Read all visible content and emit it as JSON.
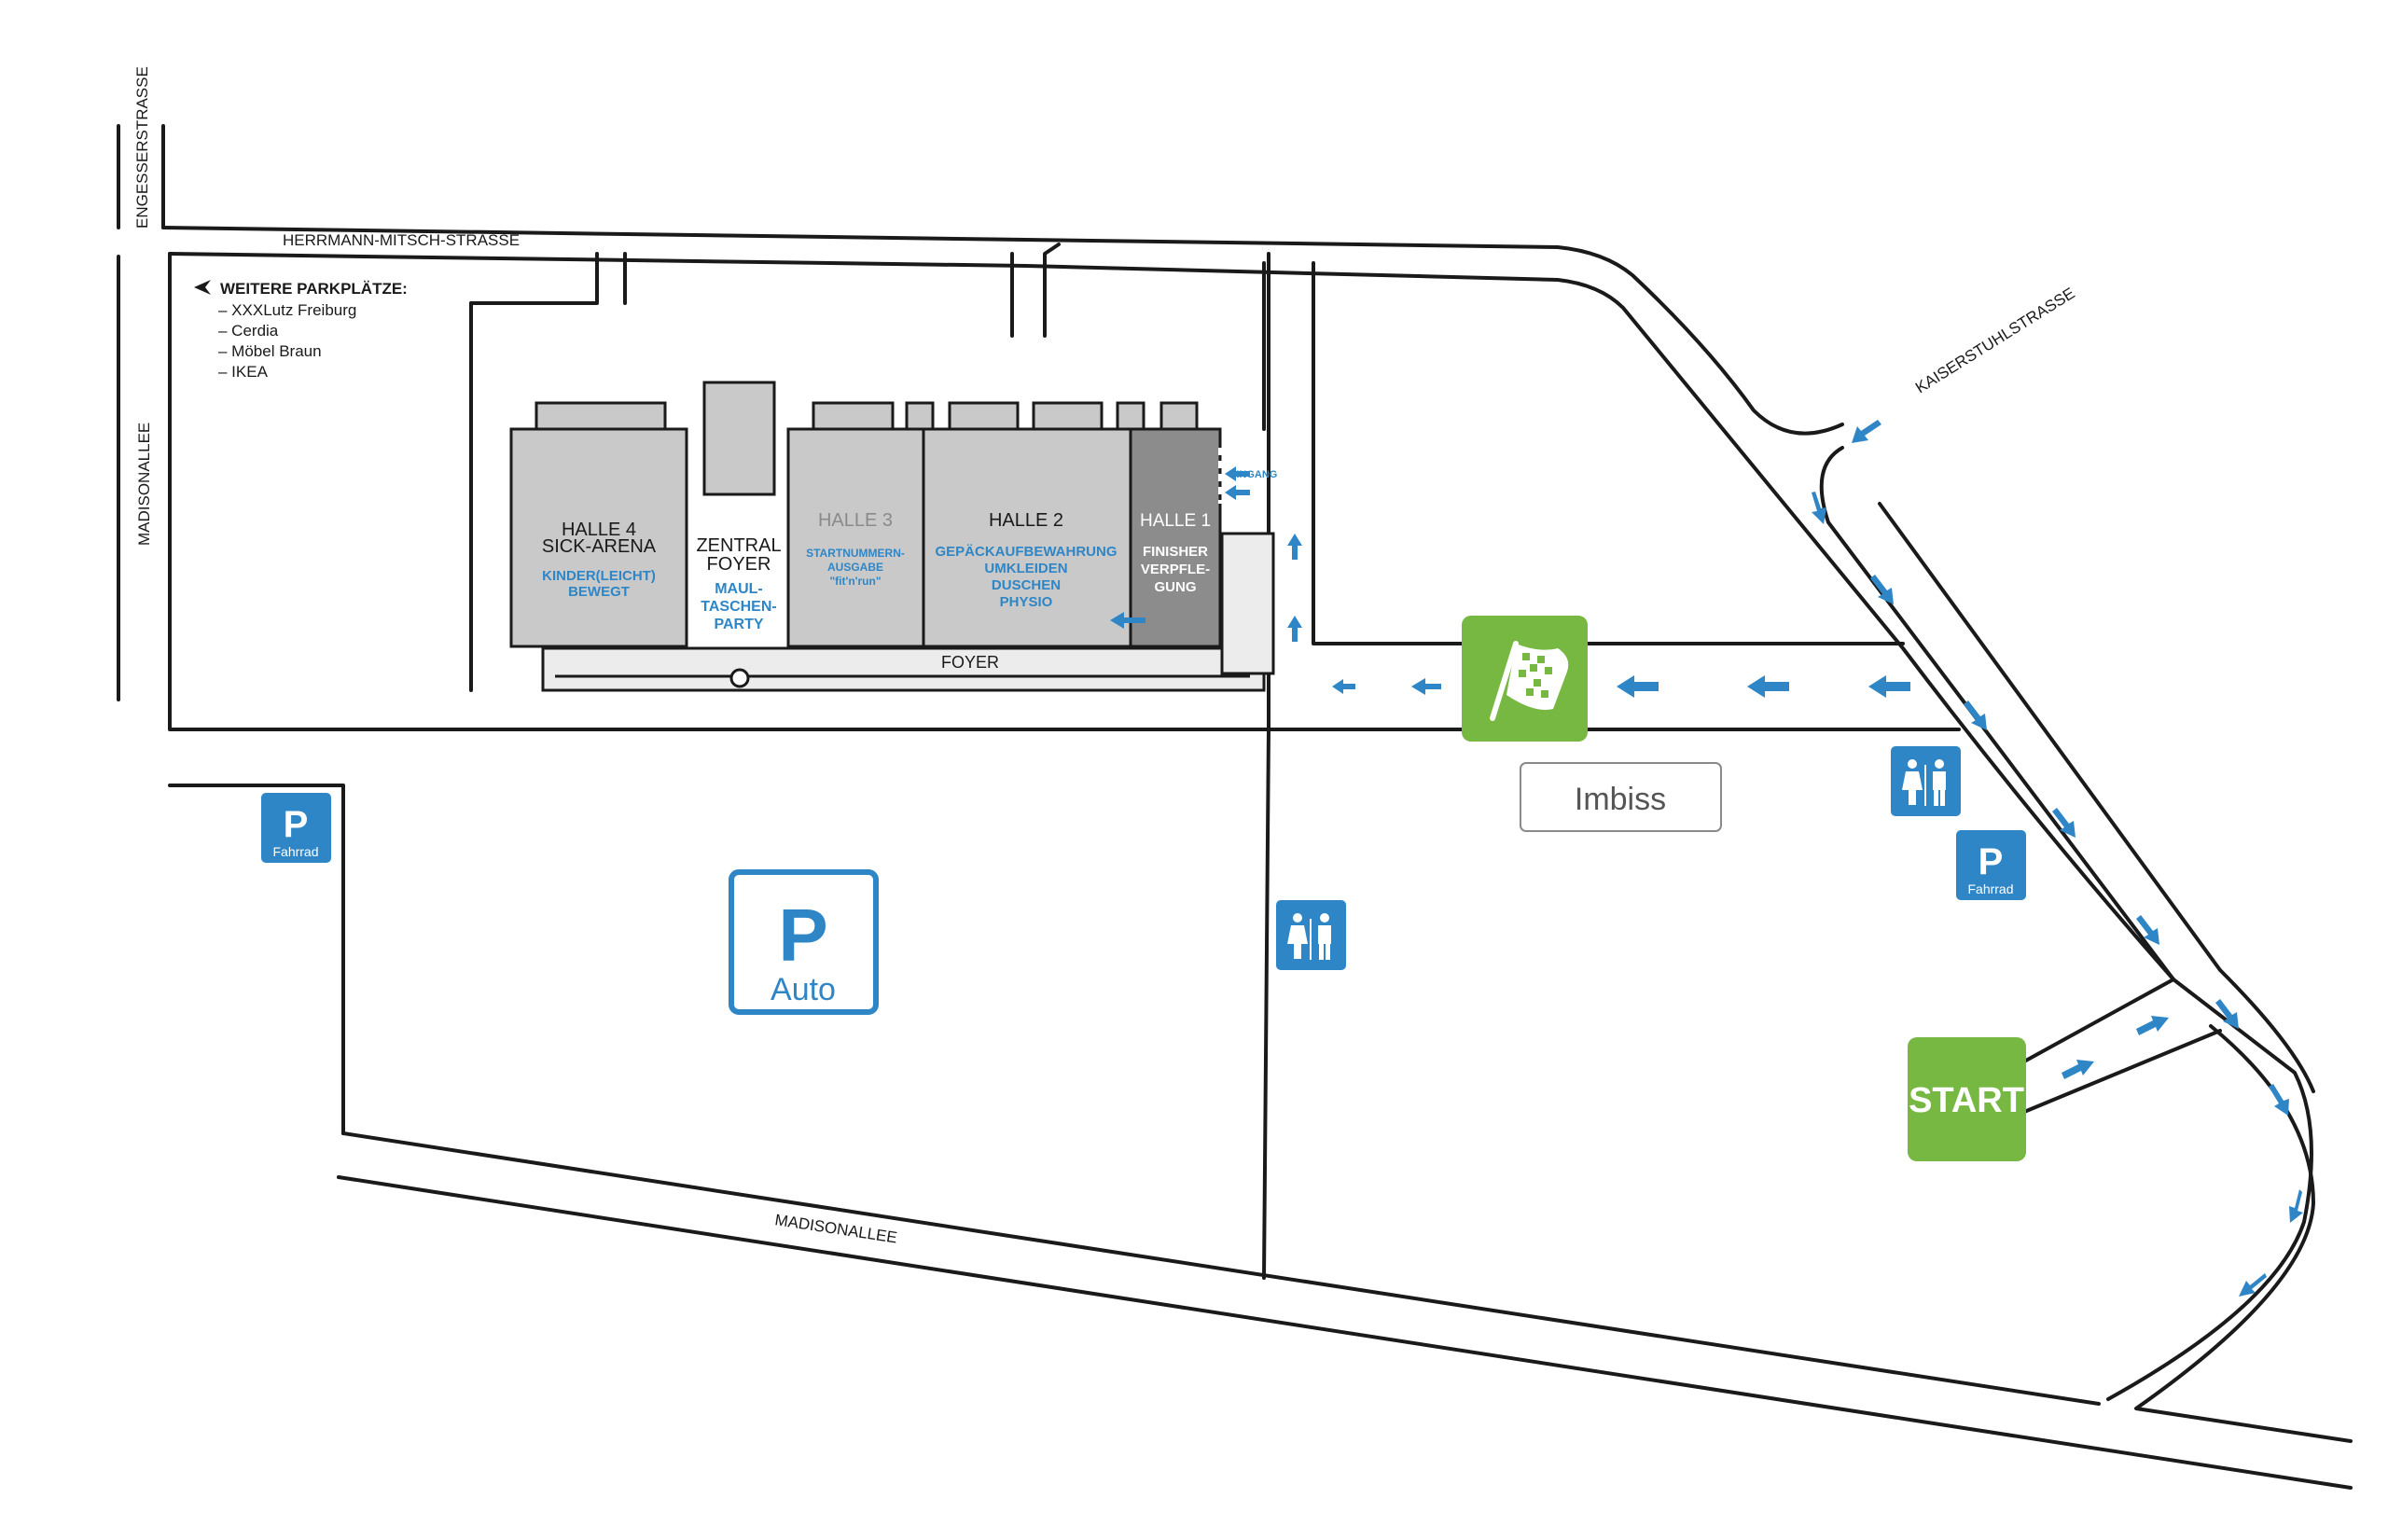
{
  "streets": {
    "engesser": "ENGESSERSTRASSE",
    "herrmann": "HERRMANN-MITSCH-STRASSE",
    "madison_left": "MADISONALLEE",
    "madison_bottom": "MADISONALLEE",
    "kaiserstuhl": "KAISERSTUHLSTRASSE"
  },
  "parking_note": {
    "title": "WEITERE PARKPLÄTZE:",
    "items": [
      "– XXXLutz Freiburg",
      "– Cerdia",
      "– Möbel Braun",
      "– IKEA"
    ]
  },
  "halls": {
    "halle4": {
      "title1": "HALLE 4",
      "title2": "SICK-ARENA",
      "sub1": "KINDER(LEICHT)",
      "sub2": "BEWEGT"
    },
    "zentral": {
      "title1": "ZENTRAL",
      "title2": "FOYER",
      "sub1": "MAUL-",
      "sub2": "TASCHEN-",
      "sub3": "PARTY"
    },
    "halle3": {
      "title": "HALLE 3",
      "sub1": "STARTNUMMERN-",
      "sub2": "AUSGABE",
      "sub3": "\"fit'n'run\""
    },
    "halle2": {
      "title": "HALLE 2",
      "sub1": "GEPÄCKAUFBEWAHRUNG",
      "sub2": "UMKLEIDEN",
      "sub3": "DUSCHEN",
      "sub4": "PHYSIO"
    },
    "halle1": {
      "title": "HALLE 1",
      "sub1": "FINISHER",
      "sub2": "VERPFLE-",
      "sub3": "GUNG"
    },
    "foyer": "FOYER",
    "eingang": "EINGANG"
  },
  "signs": {
    "parking_letter": "P",
    "parking_auto": "Auto",
    "parking_fahrrad": "Fahrrad",
    "imbiss": "Imbiss",
    "start": "START"
  },
  "colors": {
    "blue": "#2f86c6",
    "green": "#77b843",
    "hall_grey": "#c9c9c9",
    "hall1_grey": "#8c8c8c",
    "foyer_grey": "#ececec",
    "line": "#1a1a1a"
  }
}
